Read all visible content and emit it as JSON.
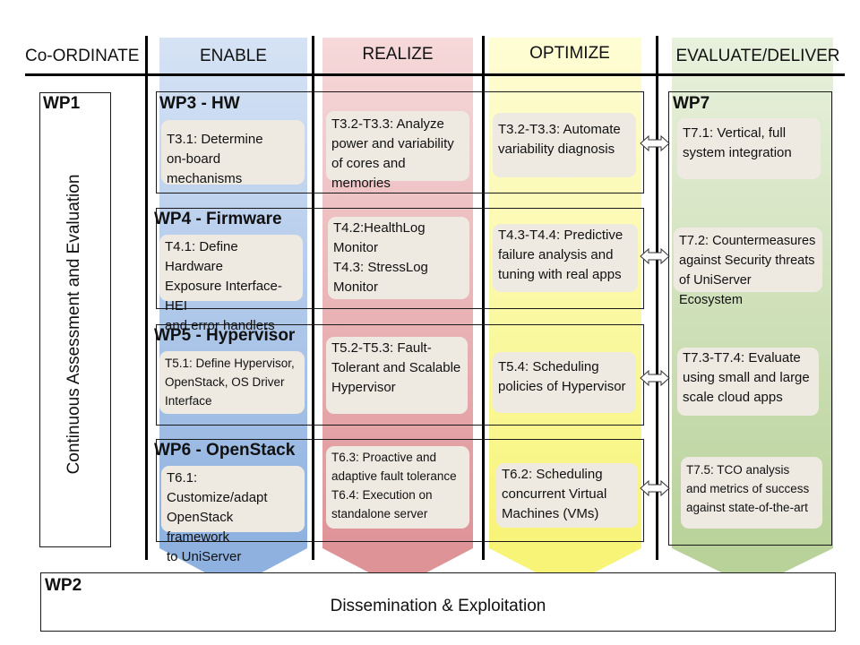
{
  "headers": {
    "coordinate": "Co-ORDINATE",
    "enable": "ENABLE",
    "realize": "REALIZE",
    "optimize": "OPTIMIZE",
    "evaluate": "EVALUATE/DELIVER"
  },
  "wp1": {
    "title": "WP1",
    "label": "Continuous Assessment and Evaluation"
  },
  "wp2": {
    "title": "WP2",
    "label": "Dissemination & Exploitation"
  },
  "wp7": {
    "title": "WP7"
  },
  "rows": [
    {
      "title": "WP3 - HW",
      "enable": "T3.1: Determine\non-board mechanisms",
      "realize": "T3.2-T3.3: Analyze\npower and variability\nof cores and memories",
      "optimize": "T3.2-T3.3: Automate\nvariability diagnosis",
      "deliver": "T7.1: Vertical, full\nsystem integration"
    },
    {
      "title": "WP4 - Firmware",
      "enable": "T4.1: Define Hardware\nExposure Interface-HEI\nand error handlers",
      "realize": "T4.2:HealthLog\nMonitor\nT4.3: StressLog\nMonitor",
      "optimize": "T4.3-T4.4: Predictive\nfailure analysis and\ntuning with real apps",
      "deliver": "T7.2: Countermeasures\nagainst Security threats\nof UniServer Ecosystem"
    },
    {
      "title": "WP5 - Hypervisor",
      "enable": "T5.1: Define Hypervisor,\nOpenStack, OS Driver\nInterface",
      "realize": "T5.2-T5.3: Fault-\nTolerant and Scalable\nHypervisor",
      "optimize": "T5.4: Scheduling\npolicies  of Hypervisor",
      "deliver": "T7.3-T7.4: Evaluate\nusing small and large\nscale cloud apps"
    },
    {
      "title": "WP6 - OpenStack",
      "enable": "T6.1: Customize/adapt\nOpenStack framework\nto UniServer",
      "realize": "T6.3: Proactive and\nadaptive fault tolerance\nT6.4: Execution on\nstandalone server",
      "optimize": "T6.2: Scheduling\nconcurrent Virtual\nMachines (VMs)",
      "deliver": "T7.5: TCO analysis\nand metrics of success\nagainst state-of-the-art"
    }
  ],
  "colors": {
    "enable": "#a9c3e6",
    "realize": "#eab3b5",
    "optimize": "#fbf9a6",
    "evaluate": "#cfe0b8"
  }
}
